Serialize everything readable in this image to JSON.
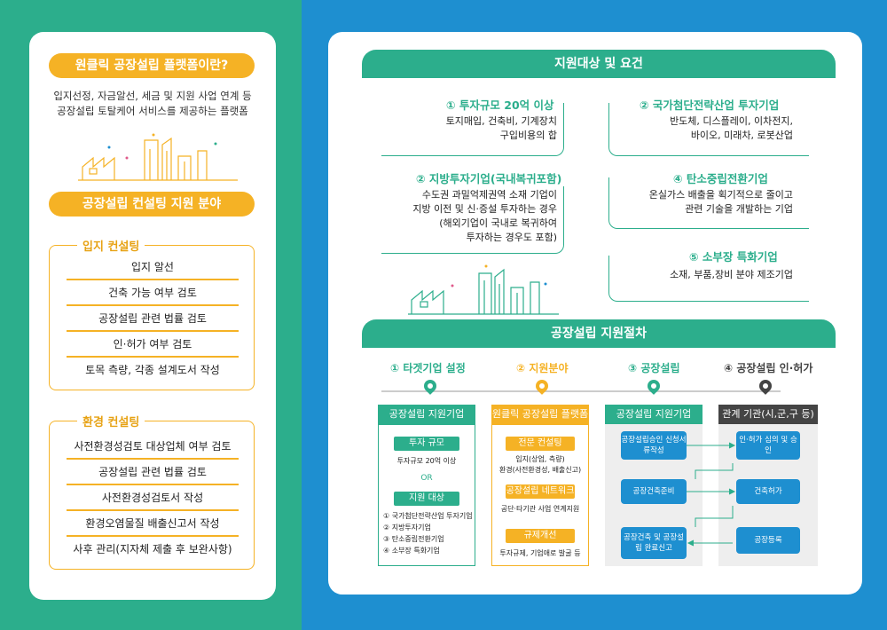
{
  "left": {
    "intro_title": "원클릭 공장설립 플랫폼이란?",
    "intro_line1": "입지선정, 자금알선, 세금 및 지원 사업 연계 등",
    "intro_line2": "공장설립 토탈케어 서비스를 제공하는 플랫폼",
    "consult_title": "공장설립 컨설팅 지원 분야",
    "site": {
      "title": "입지 컨설팅",
      "items": [
        "입지 알선",
        "건축 가능 여부 검토",
        "공장설립 관련 법률 검토",
        "인·허가 여부 검토",
        "토목 측량, 각종 설계도서 작성"
      ]
    },
    "env": {
      "title": "환경 컨설팅",
      "items": [
        "사전환경성검토 대상업체 여부 검토",
        "공장설립 관련 법률 검토",
        "사전환경성검토서 작성",
        "환경오염물질 배출신고서 작성",
        "사후 관리(지자체 제출 후 보완사항)"
      ]
    }
  },
  "right": {
    "target_title": "지원대상 및 요건",
    "req1": {
      "title": "① 투자규모 20억 이상",
      "line1": "토지매입, 건축비, 기계장치",
      "line2": "구입비용의 합"
    },
    "req2": {
      "title": "② 국가첨단전략산업 투자기업",
      "line1": "반도체, 디스플레이, 이차전지,",
      "line2": "바이오, 미래차, 로봇산업"
    },
    "req3": {
      "title": "② 지방투자기업(국내복귀포함)",
      "line1": "수도권 과밀억제권역 소재 기업이",
      "line2": "지방 이전 및 신·증설 투자하는 경우",
      "line3": "(해외기업이 국내로 복귀하여",
      "line4": "투자하는 경우도 포함)"
    },
    "req4": {
      "title": "④ 탄소중립전환기업",
      "line1": "온실가스 배출을 획기적으로 줄이고",
      "line2": "관련 기술을 개발하는 기업"
    },
    "req5": {
      "title": "⑤ 소부장 특화기업",
      "line1": "소재, 부품,장비 분야 제조기업"
    },
    "process_title": "공장설립 지원절차",
    "steps": [
      "① 타겟기업 설정",
      "② 지원분야",
      "③ 공장설립",
      "④ 공장설립 인·허가"
    ],
    "col1": {
      "head": "공장설립 지원기업",
      "invest_label": "투자 규모",
      "invest_text": "투자규모 20억 이상",
      "or": "OR",
      "target_label": "지원 대상",
      "targets": [
        "① 국가첨단전략산업 투자기업",
        "② 지방투자기업",
        "③ 탄소중립전환기업",
        "④ 소부장 특화기업"
      ]
    },
    "col2": {
      "head": "원클릭 공장설립 플랫폼",
      "p1_label": "전문 컨설팅",
      "p1_text1": "입지(상업, 측량)",
      "p1_text2": "환경(사전환경성, 배출신고)",
      "p2_label": "공장설립 네트워크",
      "p2_text": "공단·타기관 사업 연계지원",
      "p3_label": "규제개선",
      "p3_text": "투자규제, 기업애로 발굴 등"
    },
    "col3": {
      "head": "공장설립 지원기업",
      "b1": "공장설립승인 신청서류작성",
      "b2": "공장건축준비",
      "b3": "공장건축 및 공장설립 완료신고"
    },
    "col4": {
      "head": "관계 기관(시,군,구 등)",
      "b1": "인·허가 심의 및 승인",
      "b2": "건축허가",
      "b3": "공장등록"
    },
    "colors": {
      "green": "#2cae8c",
      "yellow": "#f5b225",
      "blue": "#1e8fd0",
      "dark": "#444444"
    }
  }
}
